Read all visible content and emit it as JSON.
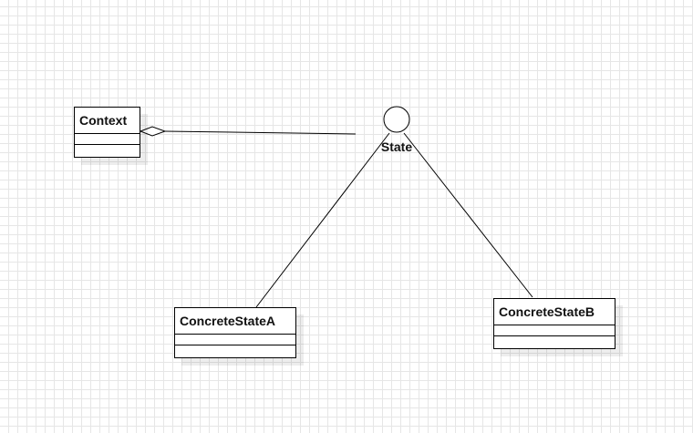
{
  "diagram": {
    "type": "uml-class-diagram",
    "colors": {
      "background": "#ffffff",
      "grid": "#e6e6e6",
      "stroke": "#000000",
      "text": "#111111"
    },
    "classes": {
      "context": {
        "name": "Context"
      },
      "concrete_a": {
        "name": "ConcreteStateA"
      },
      "concrete_b": {
        "name": "ConcreteStateB"
      }
    },
    "interface": {
      "name": "State",
      "notation": "lollipop-circle"
    },
    "relationships": [
      {
        "from": "Context",
        "to": "State",
        "kind": "aggregation"
      },
      {
        "from": "State",
        "to": "ConcreteStateA",
        "kind": "association"
      },
      {
        "from": "State",
        "to": "ConcreteStateB",
        "kind": "association"
      }
    ]
  }
}
